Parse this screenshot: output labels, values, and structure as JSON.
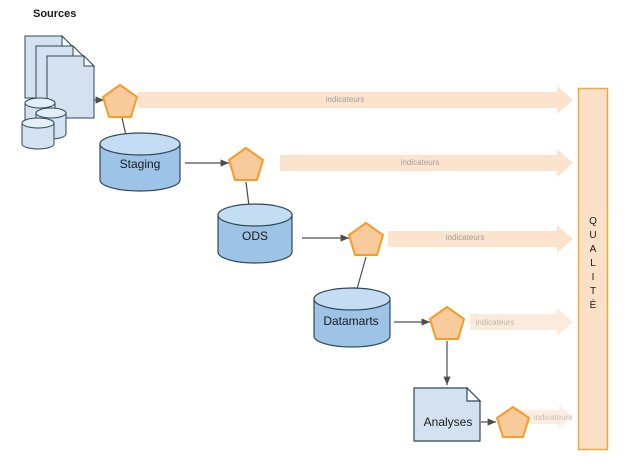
{
  "diagram": {
    "title_label": "Sources",
    "nodes": [
      {
        "id": "sources",
        "label": "Sources",
        "type": "stacked-documents-and-cylinders"
      },
      {
        "id": "staging",
        "label": "Staging",
        "type": "cylinder"
      },
      {
        "id": "ods",
        "label": "ODS",
        "type": "cylinder"
      },
      {
        "id": "datamarts",
        "label": "Datamarts",
        "type": "cylinder"
      },
      {
        "id": "analyses",
        "label": "Analyses",
        "type": "document"
      }
    ],
    "gates": [
      {
        "id": "gate-1",
        "shape": "pentagon"
      },
      {
        "id": "gate-2",
        "shape": "pentagon"
      },
      {
        "id": "gate-3",
        "shape": "pentagon"
      },
      {
        "id": "gate-4",
        "shape": "pentagon"
      },
      {
        "id": "gate-5",
        "shape": "pentagon"
      }
    ],
    "indicator_arrows": [
      {
        "id": "ind-1",
        "label": "indicateurs"
      },
      {
        "id": "ind-2",
        "label": "indicateurs"
      },
      {
        "id": "ind-3",
        "label": "indicateurs"
      },
      {
        "id": "ind-4",
        "label": "indicateurs"
      },
      {
        "id": "ind-5",
        "label": "indicateurs"
      }
    ],
    "quality_panel": {
      "letters": [
        "Q",
        "U",
        "A",
        "L",
        "I",
        "T",
        "É"
      ],
      "text": "QUALITÉ"
    },
    "colors": {
      "document_fill": "#d4e1f0",
      "cylinder_fill": "#9dc3e6",
      "cylinder_top": "#c5ddf2",
      "shape_stroke": "#2f4858",
      "pentagon_fill": "#f8cb9c",
      "pentagon_stroke": "#f59c28",
      "arrow_fill": "#fbe3cd",
      "panel_fill": "#fbe0c8",
      "panel_stroke": "#f0a93c",
      "connector": "#4d4d4d",
      "indicator_text": "#a0a0a0"
    }
  }
}
